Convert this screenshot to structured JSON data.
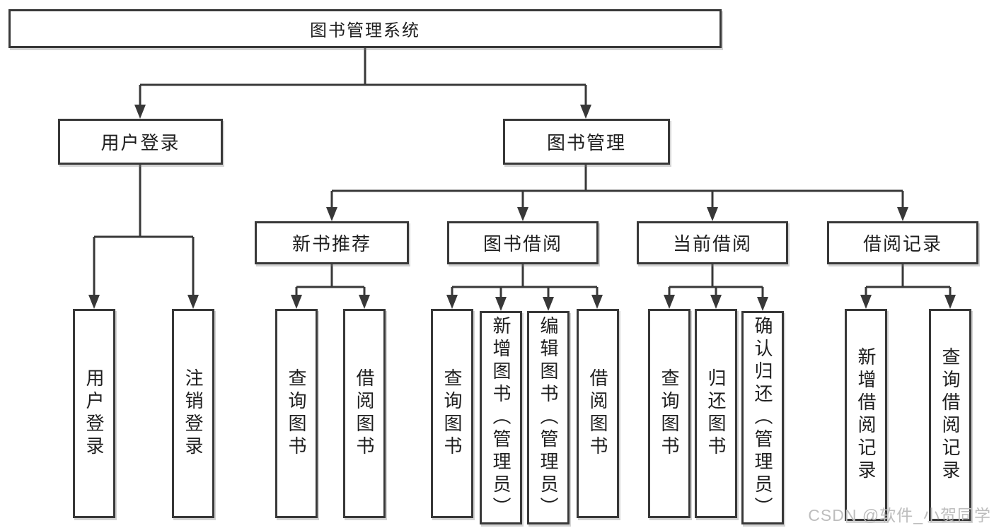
{
  "nodes": {
    "root": "图书管理系统",
    "branches": [
      {
        "label": "用户登录",
        "children": [
          "用户登录",
          "注销登录"
        ]
      },
      {
        "label": "图书管理",
        "sections": [
          {
            "label": "新书推荐",
            "children": [
              "查询图书",
              "借阅图书"
            ]
          },
          {
            "label": "图书借阅",
            "children": [
              "查询图书",
              "新增图书（管理员）",
              "编辑图书（管理员）",
              "借阅图书"
            ]
          },
          {
            "label": "当前借阅",
            "children": [
              "查询图书",
              "归还图书",
              "确认归还（管理员）"
            ]
          },
          {
            "label": "借阅记录",
            "children": [
              "新增借阅记录",
              "查询借阅记录"
            ]
          }
        ]
      }
    ]
  },
  "watermark": {
    "text": "CSDN @软件_小贺同学"
  },
  "colors": {
    "background": "#ffffff",
    "line": "#383838",
    "box_border": "#383838",
    "text": "#1f1f1f",
    "watermark": "#bdbdbd"
  }
}
